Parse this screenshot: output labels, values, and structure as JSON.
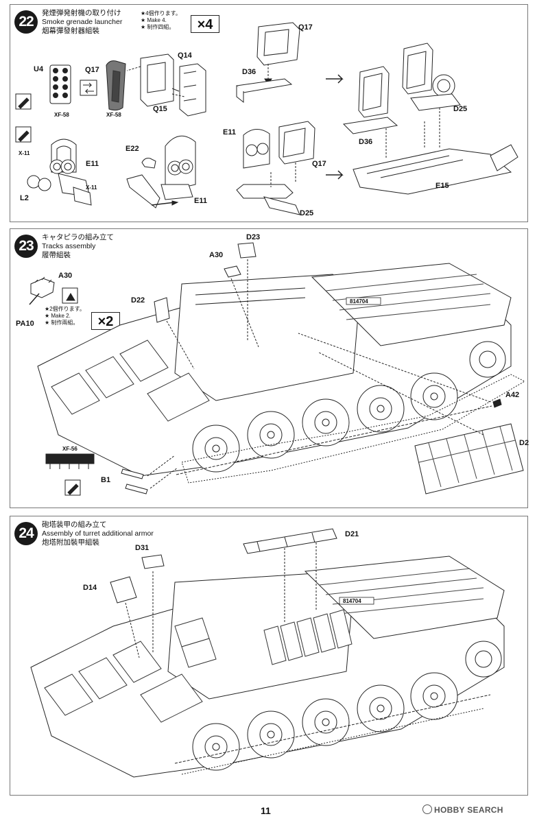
{
  "steps": [
    {
      "number": "22",
      "title_jp": "発煙弾発射機の取り付け",
      "title_en": "Smoke grenade launcher",
      "title_zh": "烟幕彈發射器組裝",
      "make_jp": "★4個作ります。",
      "make_en": "★ Make 4.",
      "make_zh": "★ 制作四組。",
      "multiplier": "×4",
      "labels": [
        "U4",
        "Q17",
        "Q14",
        "Q15",
        "XF-58",
        "XF-58",
        "X-11",
        "X-11",
        "E11",
        "L2",
        "E22",
        "E11",
        "Q17",
        "D36",
        "E11",
        "Q17",
        "D25",
        "D36",
        "D25",
        "E15"
      ]
    },
    {
      "number": "23",
      "title_jp": "キャタピラの組み立て",
      "title_en": "Tracks assembly",
      "title_zh": "履帶組裝",
      "make_jp": "★2個作ります。",
      "make_en": "★ Make 2.",
      "make_zh": "★ 制作兩組。",
      "multiplier": "×2",
      "labels": [
        "A30",
        "PA10",
        "D23",
        "A30",
        "D22",
        "A42",
        "D2",
        "XF-56",
        "B1"
      ],
      "hull_number": "814704"
    },
    {
      "number": "24",
      "title_jp": "砲塔装甲の組み立て",
      "title_en": "Assembly of turret additional armor",
      "title_zh": "炮塔附加裝甲組裝",
      "labels": [
        "D21",
        "D31",
        "D14"
      ],
      "hull_number": "814704"
    }
  ],
  "footer": {
    "page_number": "11",
    "brand": "HOBBY SEARCH"
  }
}
